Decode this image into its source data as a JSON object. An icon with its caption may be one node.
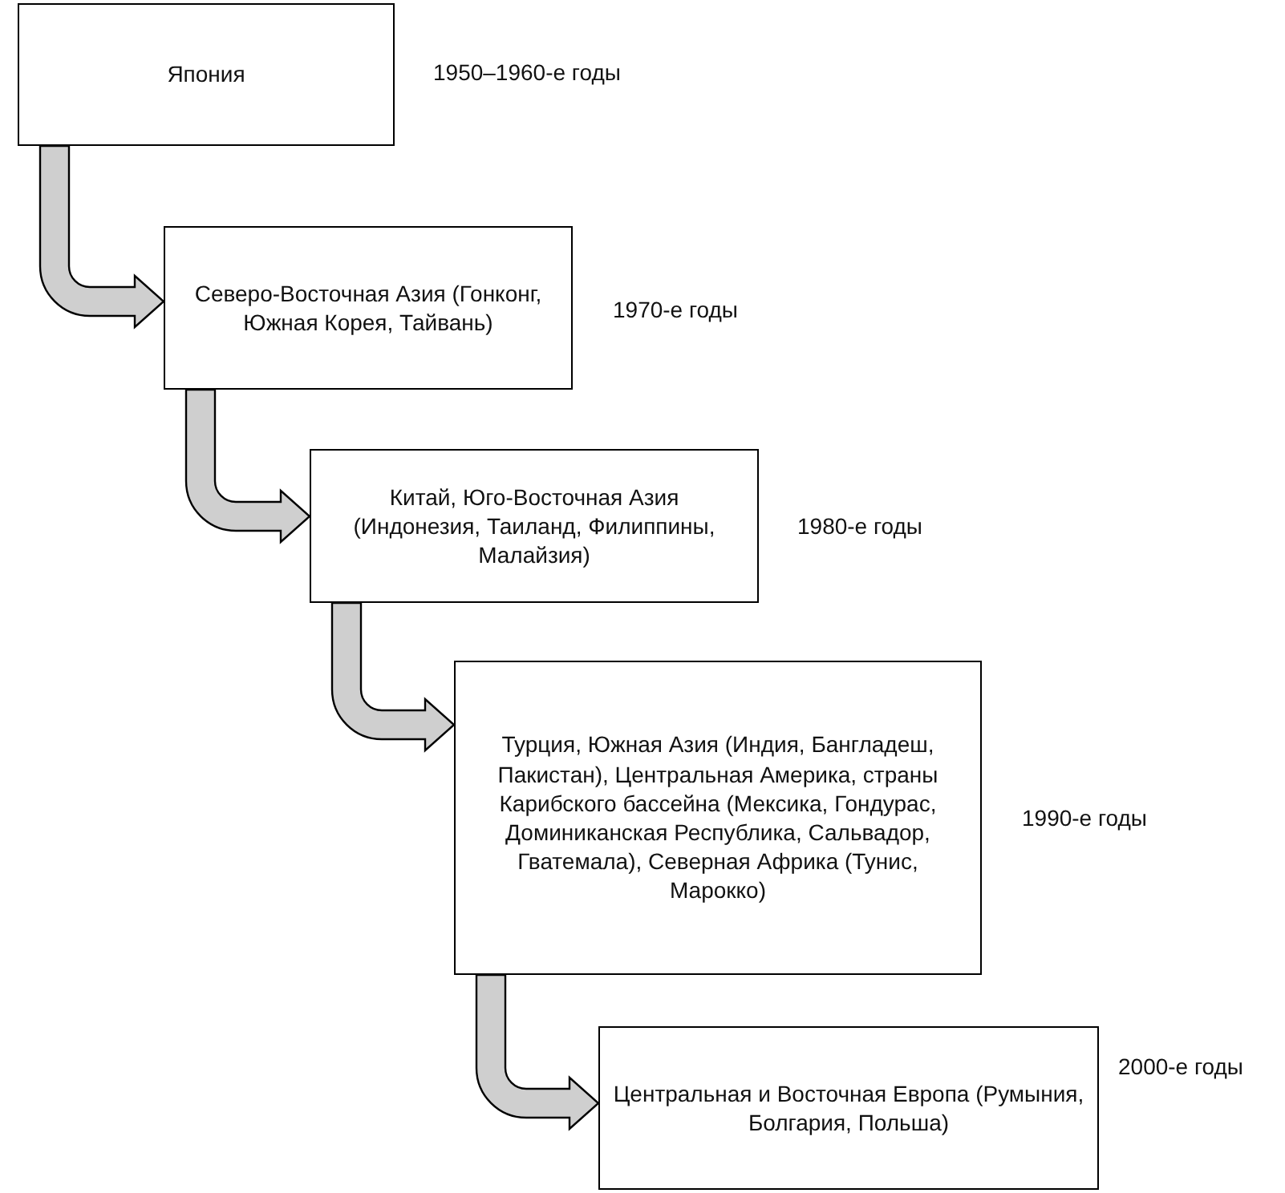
{
  "diagram": {
    "nodes": [
      {
        "text": [
          "Япония"
        ],
        "beside": [
          "1950–1960-е годы"
        ]
      },
      {
        "text": [
          "Северо-Восточная Азия (Гонконг, Южная Корея, Тайвань)"
        ],
        "beside": [
          "1970-е годы"
        ]
      },
      {
        "text": [
          "Китай, Юго-Восточная Азия (Индонезия, Таиланд, Филиппины, Малайзия)"
        ],
        "beside": [
          "1980-е годы"
        ]
      },
      {
        "text": [
          "Турция, Южная Азия (Индия, Бангладеш, Пакистан), Центральная Америка, страны Карибского бассейна (Мексика, Гондурас, Доминиканская Республика, Сальвадор, Гватемала), Северная Африка (Тунис, Марокко)"
        ],
        "beside": [
          "1990-е годы"
        ]
      },
      {
        "text": [
          "Центральная и Восточная Европа (Румыния, Болгария, Польша)"
        ],
        "beside": [
          "2000-е годы"
        ]
      }
    ],
    "edges": [
      {
        "from": 0,
        "to": 1,
        "arrow": "to"
      },
      {
        "from": 1,
        "to": 2,
        "arrow": "to"
      },
      {
        "from": 2,
        "to": 3,
        "arrow": "to"
      },
      {
        "from": 3,
        "to": 4,
        "arrow": "to"
      }
    ]
  }
}
